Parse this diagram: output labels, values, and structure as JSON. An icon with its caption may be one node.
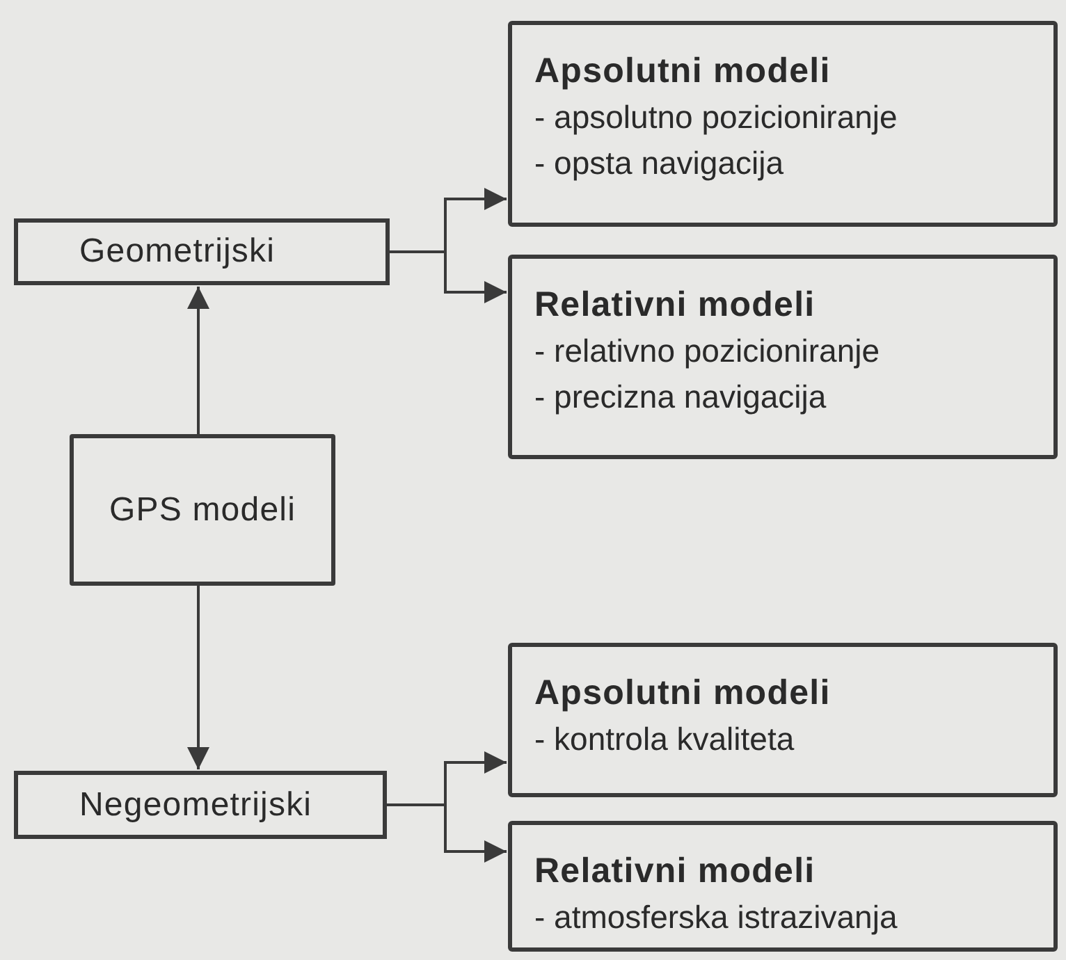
{
  "diagram": {
    "nodes": [
      {
        "text": [
          "Apsolutni modeli",
          "- apsolutno pozicioniranje",
          "- opsta navigacija"
        ]
      },
      {
        "text": [
          "Geometrijski"
        ]
      },
      {
        "text": [
          "Relativni modeli",
          "- relativno pozicioniranje",
          "- precizna navigacija"
        ]
      },
      {
        "text": [
          "GPS modeli"
        ]
      },
      {
        "text": [
          "Apsolutni modeli",
          "- kontrola kvaliteta"
        ]
      },
      {
        "text": [
          "Negeometrijski"
        ]
      },
      {
        "text": [
          "Relativni modeli",
          "- atmosferska istrazivanja"
        ]
      }
    ],
    "edges": [
      {
        "from": 3,
        "to": 1,
        "arrow": "to"
      },
      {
        "from": 3,
        "to": 5,
        "arrow": "to"
      },
      {
        "from": 1,
        "to": 0,
        "arrow": "to"
      },
      {
        "from": 1,
        "to": 2,
        "arrow": "to"
      },
      {
        "from": 5,
        "to": 4,
        "arrow": "to"
      },
      {
        "from": 5,
        "to": 6,
        "arrow": "to"
      }
    ]
  }
}
